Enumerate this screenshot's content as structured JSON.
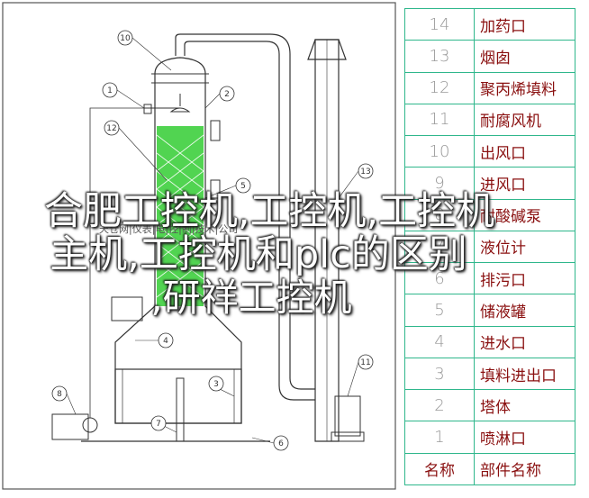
{
  "table": {
    "rows": [
      {
        "num": "14",
        "name": "加药口"
      },
      {
        "num": "13",
        "name": "烟囱"
      },
      {
        "num": "12",
        "name": "聚丙烯填料"
      },
      {
        "num": "11",
        "name": "耐腐风机"
      },
      {
        "num": "10",
        "name": "出风口"
      },
      {
        "num": "9",
        "name": "进风口"
      },
      {
        "num": "8",
        "name": "耐酸碱泵"
      },
      {
        "num": "7",
        "name": "液位计"
      },
      {
        "num": "6",
        "name": "排污口"
      },
      {
        "num": "5",
        "name": "储液罐"
      },
      {
        "num": "4",
        "name": "进水口"
      },
      {
        "num": "3",
        "name": "填料进出口"
      },
      {
        "num": "2",
        "name": "塔体"
      },
      {
        "num": "1",
        "name": "喷淋口"
      }
    ],
    "header": {
      "num": "名称",
      "name": "部件名称"
    }
  },
  "callouts": [
    "10",
    "1",
    "2",
    "12",
    "13",
    "5",
    "4",
    "3",
    "6",
    "7",
    "8",
    "11"
  ],
  "watermark": "天仓网|仪表|电|控|制|技术|公司",
  "overlay": {
    "line1": "合肥工控机,工控机,工控机",
    "line2": "主机,工控机和plc的区别",
    "line3": ",研祥工控机"
  },
  "colors": {
    "table_border": "#2fb78c",
    "table_text": "#8a1010",
    "line": "#333333",
    "fill": "#33cc33"
  }
}
